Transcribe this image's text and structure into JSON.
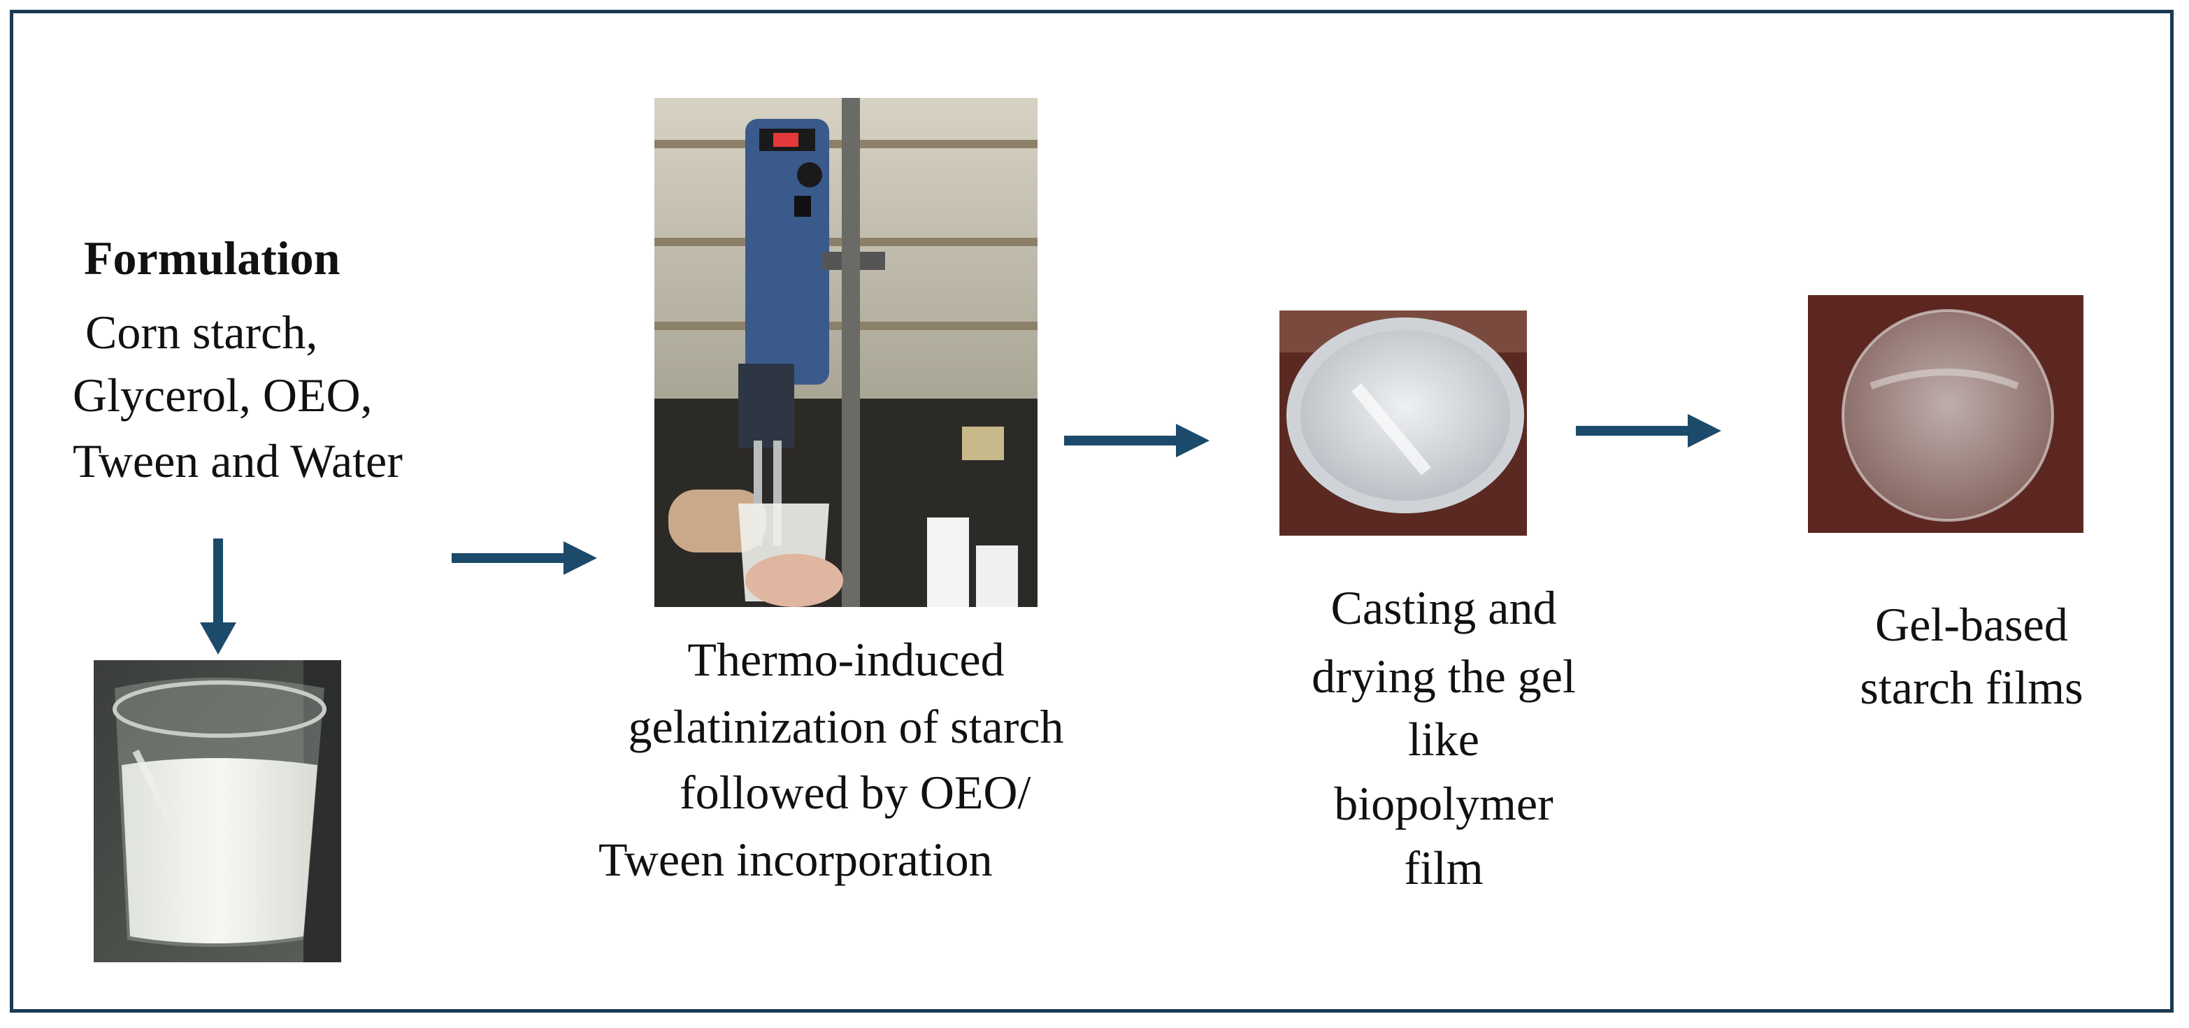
{
  "formulation": {
    "title": "Formulation",
    "lines": [
      "Corn starch,",
      "Glycerol, OEO,",
      "Tween and Water"
    ]
  },
  "step2": {
    "lines": [
      "Thermo-induced",
      "gelatinization of starch",
      "followed by OEO/",
      "Tween  incorporation"
    ]
  },
  "step3": {
    "lines": [
      "Casting and",
      "drying the gel",
      "like",
      "biopolymer",
      "film"
    ]
  },
  "step4": {
    "lines": [
      "Gel-based",
      "starch films"
    ]
  },
  "colors": {
    "frame": "#1c3a52",
    "arrow": "#1c4a6b"
  }
}
